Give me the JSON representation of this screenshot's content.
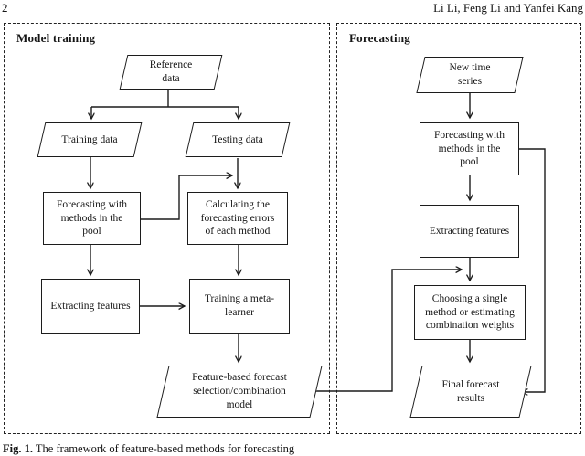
{
  "header": {
    "page_number": "2",
    "authors": "Li Li, Feng Li and Yanfei Kang"
  },
  "panels": {
    "training": {
      "label": "Model training",
      "nodes": {
        "reference_data": "Reference\ndata",
        "training_data": "Training data",
        "testing_data": "Testing data",
        "forecasting_pool": "Forecasting with\nmethods in the\npool",
        "calc_errors": "Calculating the\nforecasting errors\nof each method",
        "extracting_features": "Extracting features",
        "training_meta": "Training a meta-\nlearner",
        "feature_model": "Feature-based forecast\nselection/combination\nmodel"
      }
    },
    "forecasting": {
      "label": "Forecasting",
      "nodes": {
        "new_series": "New time\nseries",
        "forecasting_pool": "Forecasting with\nmethods in the\npool",
        "extracting_features": "Extracting features",
        "choosing": "Choosing a single\nmethod or estimating\ncombination weights",
        "final_results": "Final forecast\nresults"
      }
    }
  },
  "caption": {
    "label": "Fig. 1.",
    "text": "The framework of feature-based methods for forecasting"
  },
  "colors": {
    "line": "#1c1c1c",
    "text": "#151515",
    "background": "#ffffff"
  }
}
